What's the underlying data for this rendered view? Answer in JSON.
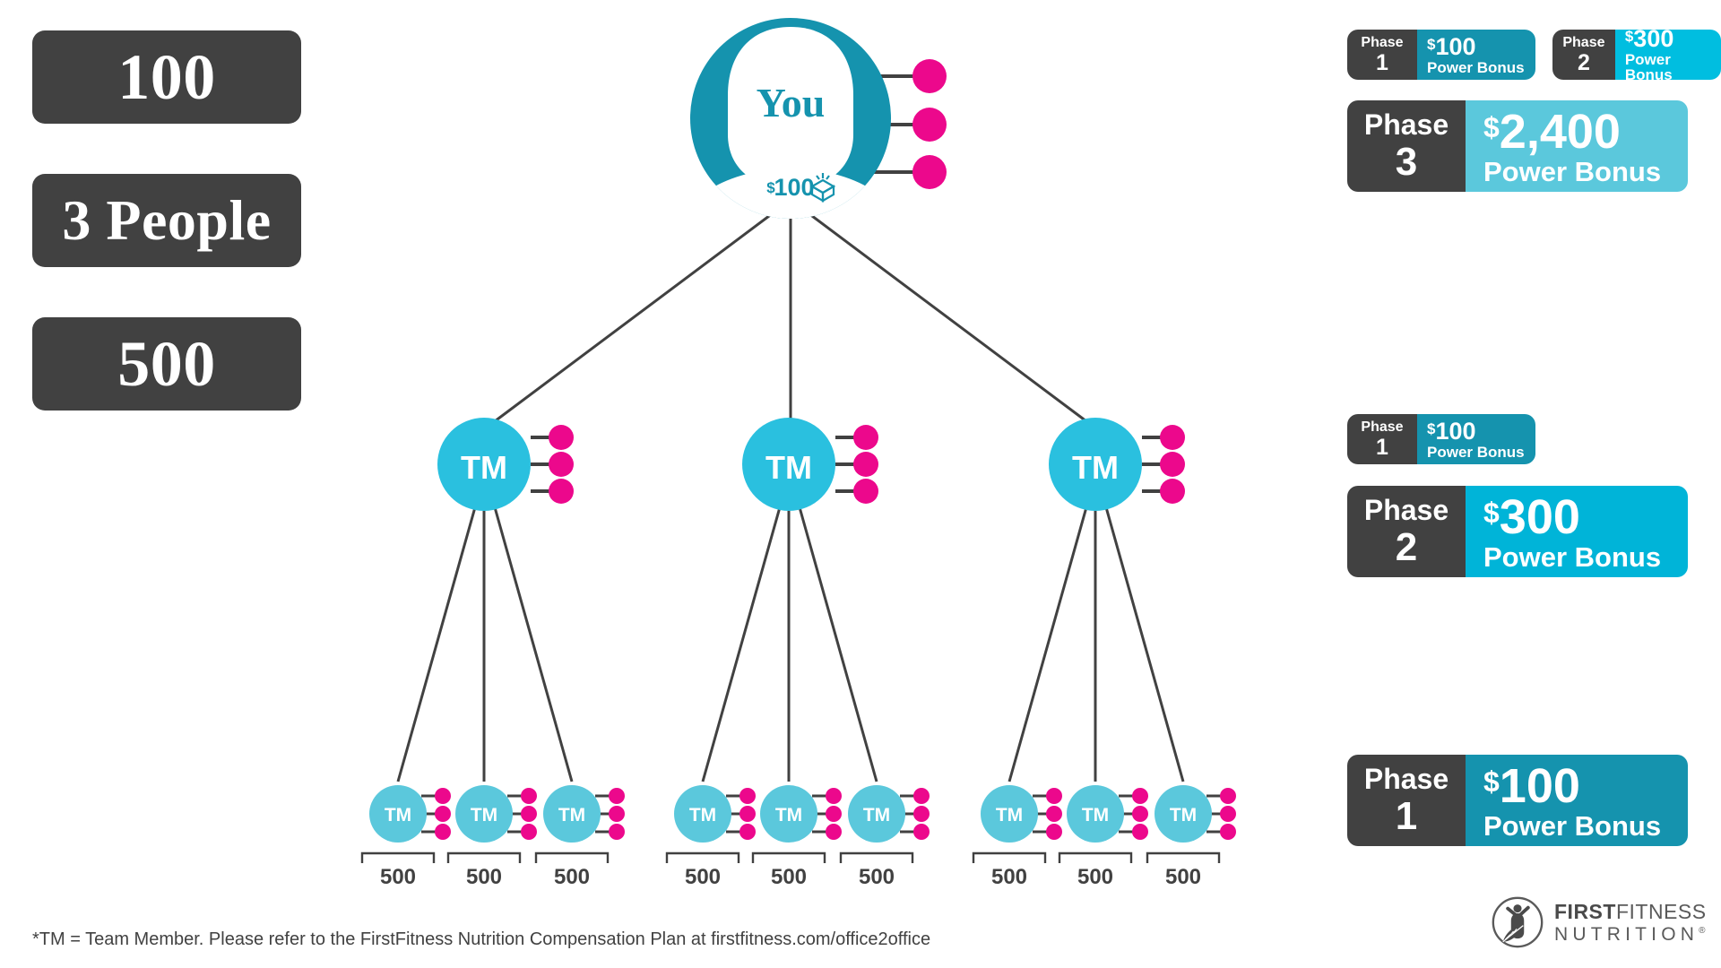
{
  "stats": [
    {
      "name": "order-volume",
      "value": "100"
    },
    {
      "name": "people-count",
      "value": "3 People"
    },
    {
      "name": "team-volume",
      "value": "500"
    }
  ],
  "tree": {
    "root": {
      "label": "You",
      "amount_currency": "$",
      "amount": "100",
      "icon": "product-box-icon",
      "dots": 3
    },
    "level2_label": "TM",
    "level2_count": 3,
    "level2_dots": 3,
    "level3_label": "TM",
    "level3_count": 9,
    "level3_dots": 3,
    "level3_bracket_value": "500"
  },
  "badges": {
    "phase_word": "Phase",
    "power_bonus": "Power Bonus",
    "currency": "$",
    "top_row": [
      {
        "name": "phase-1-small-top",
        "number": "1",
        "amount": "100"
      },
      {
        "name": "phase-2-small-top",
        "number": "2",
        "amount": "300"
      }
    ],
    "phase3": {
      "name": "phase-3-large",
      "number": "3",
      "amount": "2,400"
    },
    "mid_small": {
      "name": "phase-1-small-mid",
      "number": "1",
      "amount": "100"
    },
    "phase2": {
      "name": "phase-2-large",
      "number": "2",
      "amount": "300"
    },
    "phase1": {
      "name": "phase-1-large",
      "number": "1",
      "amount": "100"
    }
  },
  "footnote": "*TM = Team Member. Please refer to the FirstFitness Nutrition Compensation Plan at firstfitness.com/office2office",
  "logo": {
    "word_first": "FIRST",
    "word_fitness": "FITNESS",
    "word_nutrition": "NUTRITION",
    "registered": "®"
  },
  "colors": {
    "dark": "#414141",
    "teal_deep": "#1593AE",
    "cyan": "#00BEE0",
    "cyan_light": "#5BC8DC",
    "magenta": "#EC088C",
    "line": "#414141"
  }
}
